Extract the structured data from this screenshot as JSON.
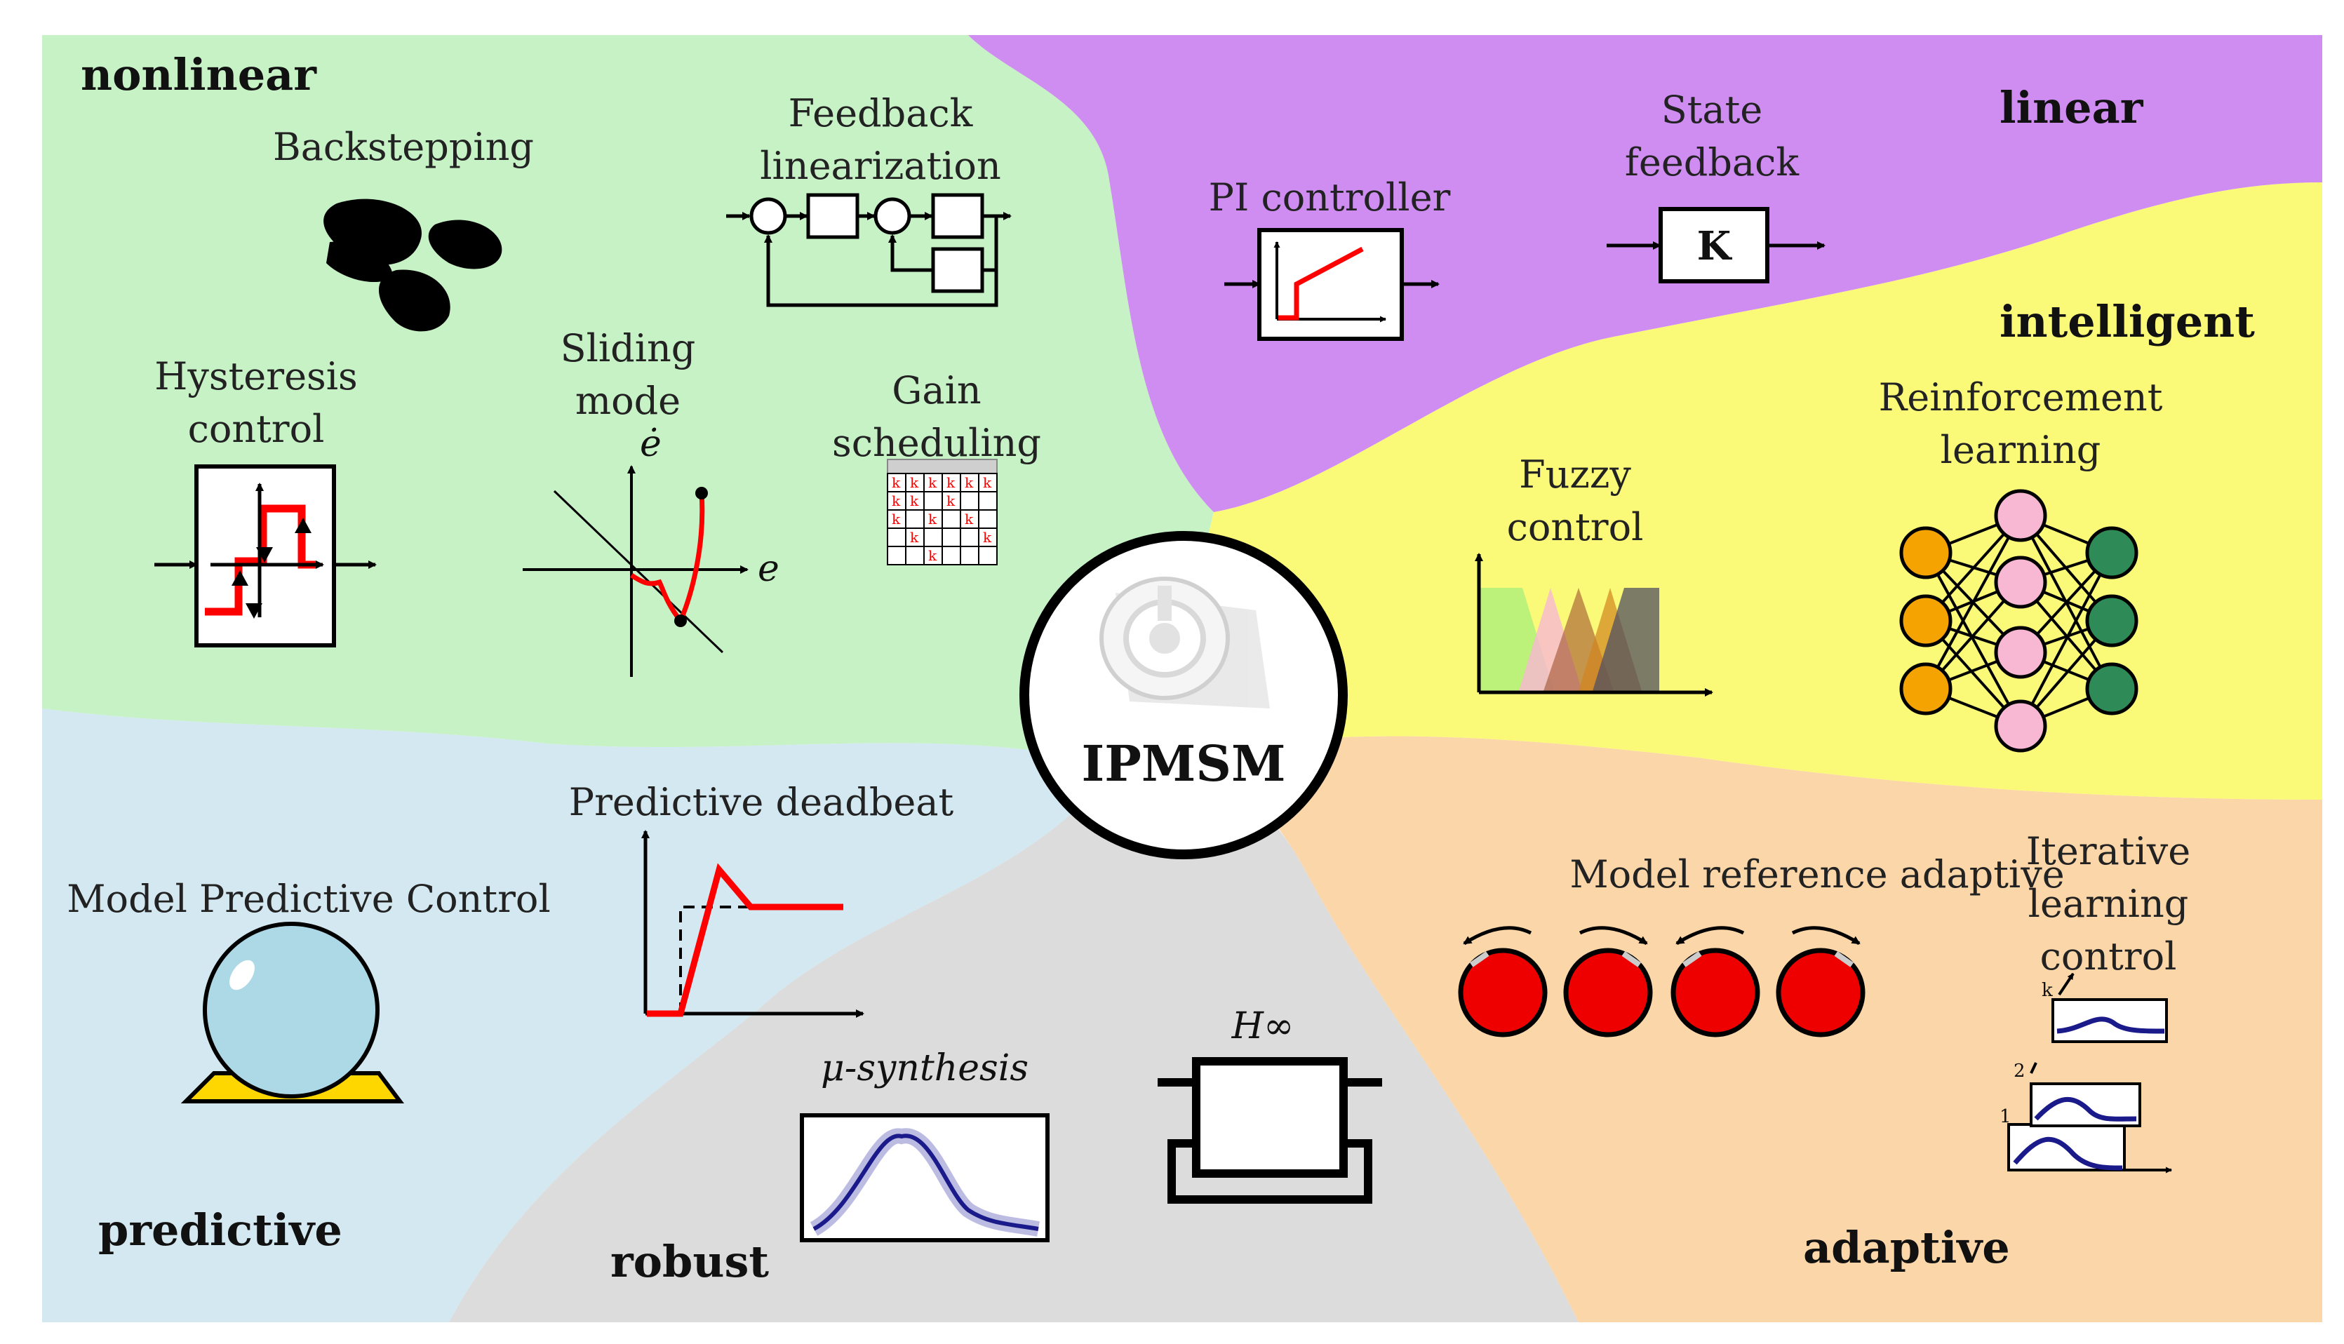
{
  "center": {
    "label": "IPMSM"
  },
  "regions": {
    "nonlinear": "nonlinear",
    "linear": "linear",
    "intelligent": "intelligent",
    "predictive": "predictive",
    "robust": "robust",
    "adaptive": "adaptive"
  },
  "methods": {
    "backstepping": "Backstepping",
    "feedback_linearization": [
      "Feedback",
      "linearization"
    ],
    "hysteresis": [
      "Hysteresis",
      "control"
    ],
    "sliding_mode": [
      "Sliding",
      "mode"
    ],
    "gain_scheduling": [
      "Gain",
      "scheduling"
    ],
    "pi_controller": "PI controller",
    "state_feedback": [
      "State",
      "feedback"
    ],
    "fuzzy": [
      "Fuzzy",
      "control"
    ],
    "reinforcement": [
      "Reinforcement",
      "learning"
    ],
    "mpc": "Model Predictive Control",
    "deadbeat": "Predictive deadbeat",
    "mu_synthesis": "μ-synthesis",
    "h_infinity": "H∞",
    "mrac": "Model reference adaptive",
    "ilc": [
      "Iterative",
      "learning",
      "control"
    ]
  },
  "glyphs": {
    "state_gain": "K",
    "gain_cell": "k",
    "sliding_x_axis": "e",
    "sliding_y_axis": "ė",
    "ilc_iterations": [
      "k",
      "2",
      "1"
    ]
  },
  "colors": {
    "nonlinear": "#c6f2c6",
    "linear": "#cf8df2",
    "intelligent": "#fbfa78",
    "predictive": "#d3e8f0",
    "robust": "#dcdcdc",
    "adaptive": "#fbd6a8",
    "accent_red": "#ff0000",
    "nn_input": "#f5a300",
    "nn_hidden": "#f8b8d3",
    "nn_output": "#2e8b57",
    "crystal_ball": "#add8e6",
    "crystal_base": "#ffd700",
    "mu_curve": "#1a1a8a"
  }
}
